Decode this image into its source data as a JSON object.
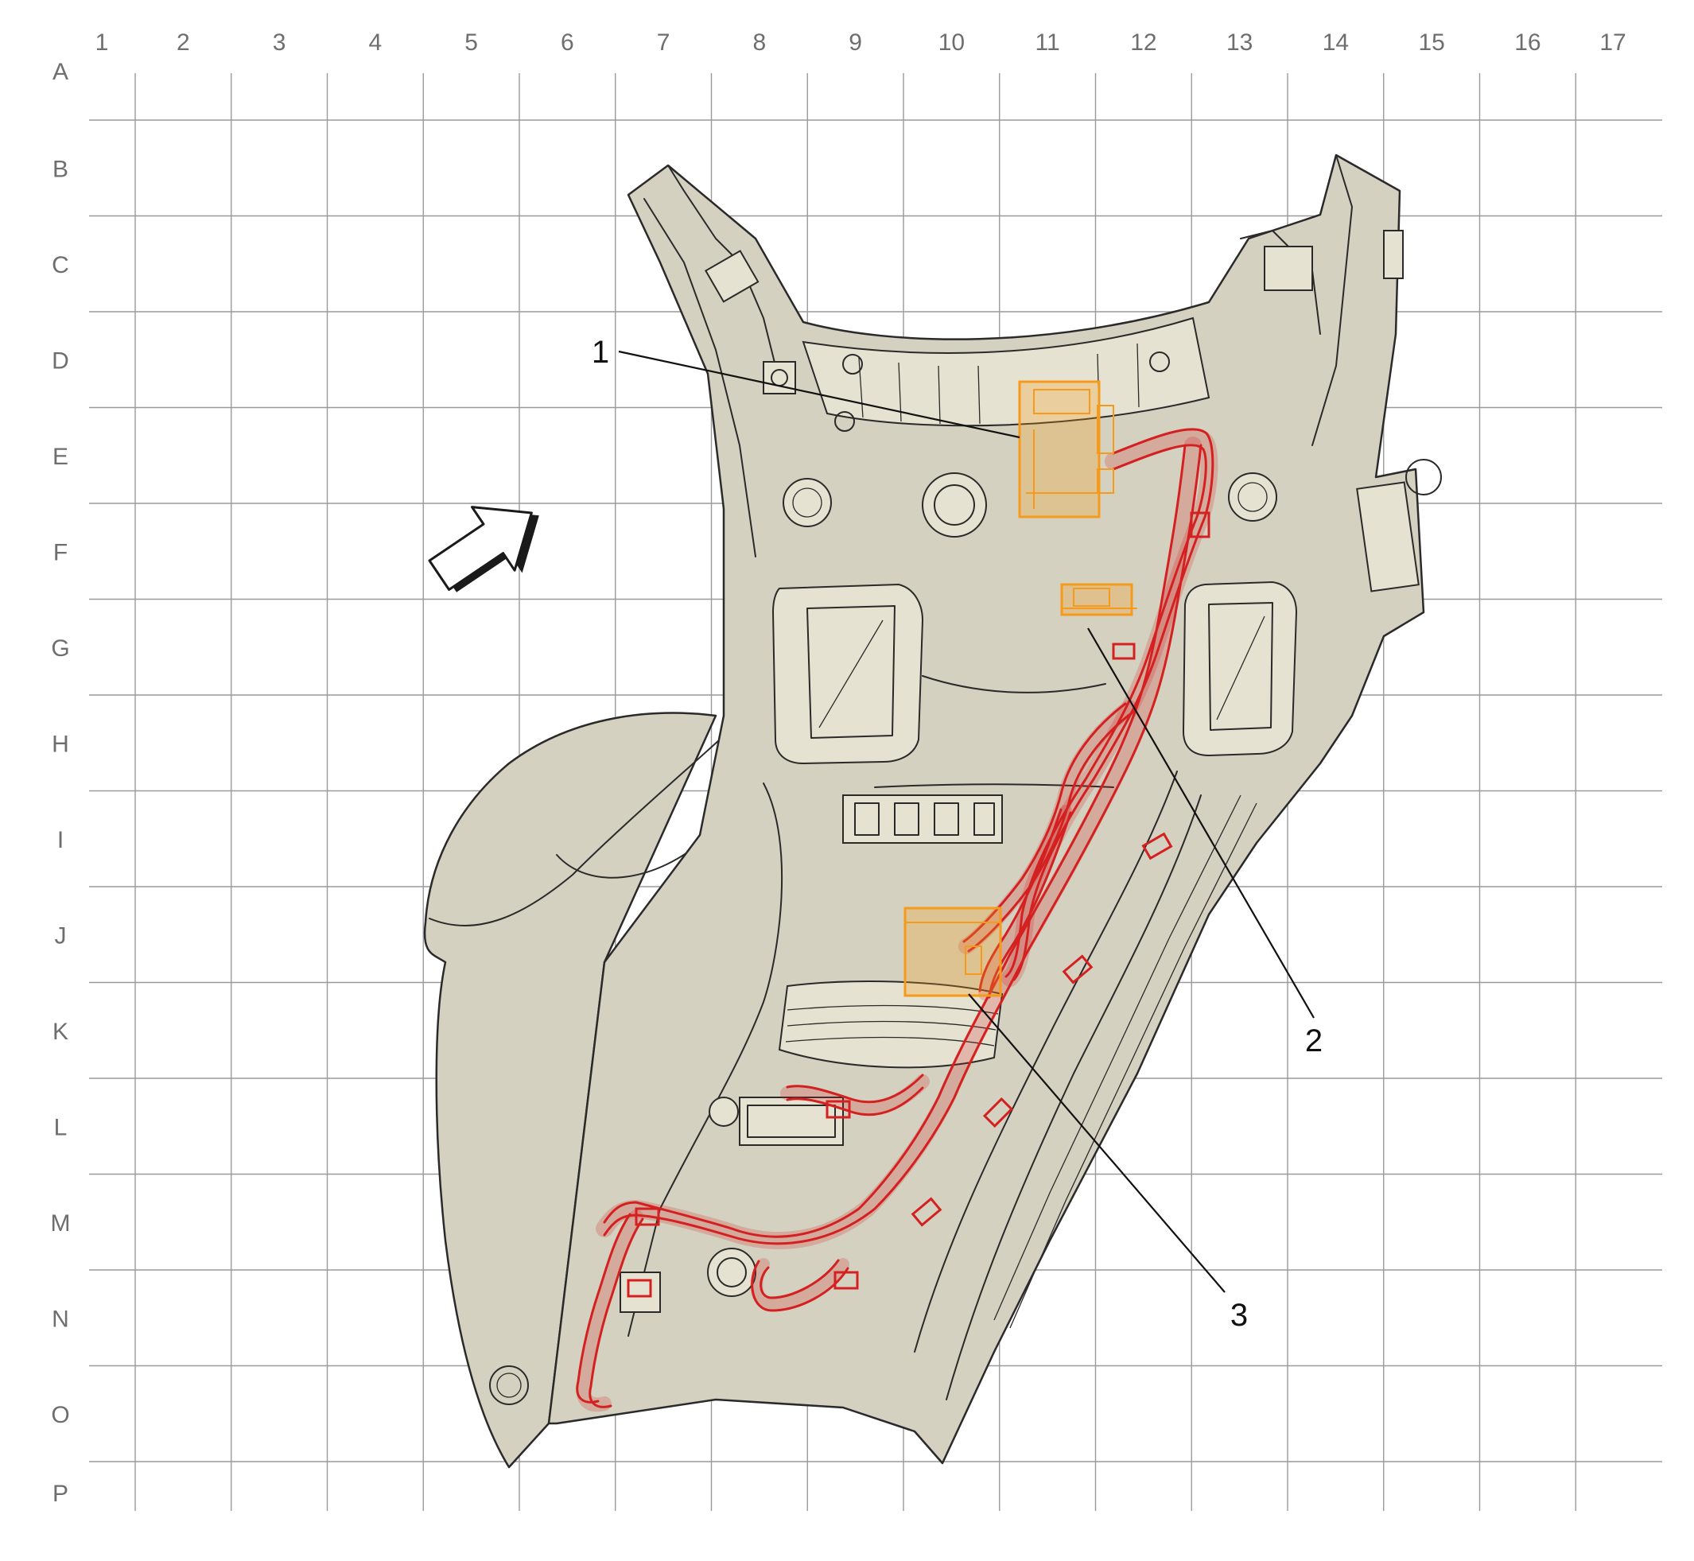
{
  "grid": {
    "columns": [
      "1",
      "2",
      "3",
      "4",
      "5",
      "6",
      "7",
      "8",
      "9",
      "10",
      "11",
      "12",
      "13",
      "14",
      "15",
      "16",
      "17"
    ],
    "rows": [
      "A",
      "B",
      "C",
      "D",
      "E",
      "F",
      "G",
      "H",
      "I",
      "J",
      "K",
      "L",
      "M",
      "N",
      "O",
      "P"
    ]
  },
  "callouts": [
    {
      "id": "callout-1",
      "label": "1"
    },
    {
      "id": "callout-2",
      "label": "2"
    },
    {
      "id": "callout-3",
      "label": "3"
    }
  ],
  "icons": {
    "direction": "forward-arrow-icon"
  },
  "colors": {
    "background": "#ffffff",
    "grid": "#9a9a9a",
    "console_body": "#d4d1c1",
    "outline": "#2a2a2a",
    "harness": "#d42020",
    "module_highlight": "#f59a1a"
  }
}
